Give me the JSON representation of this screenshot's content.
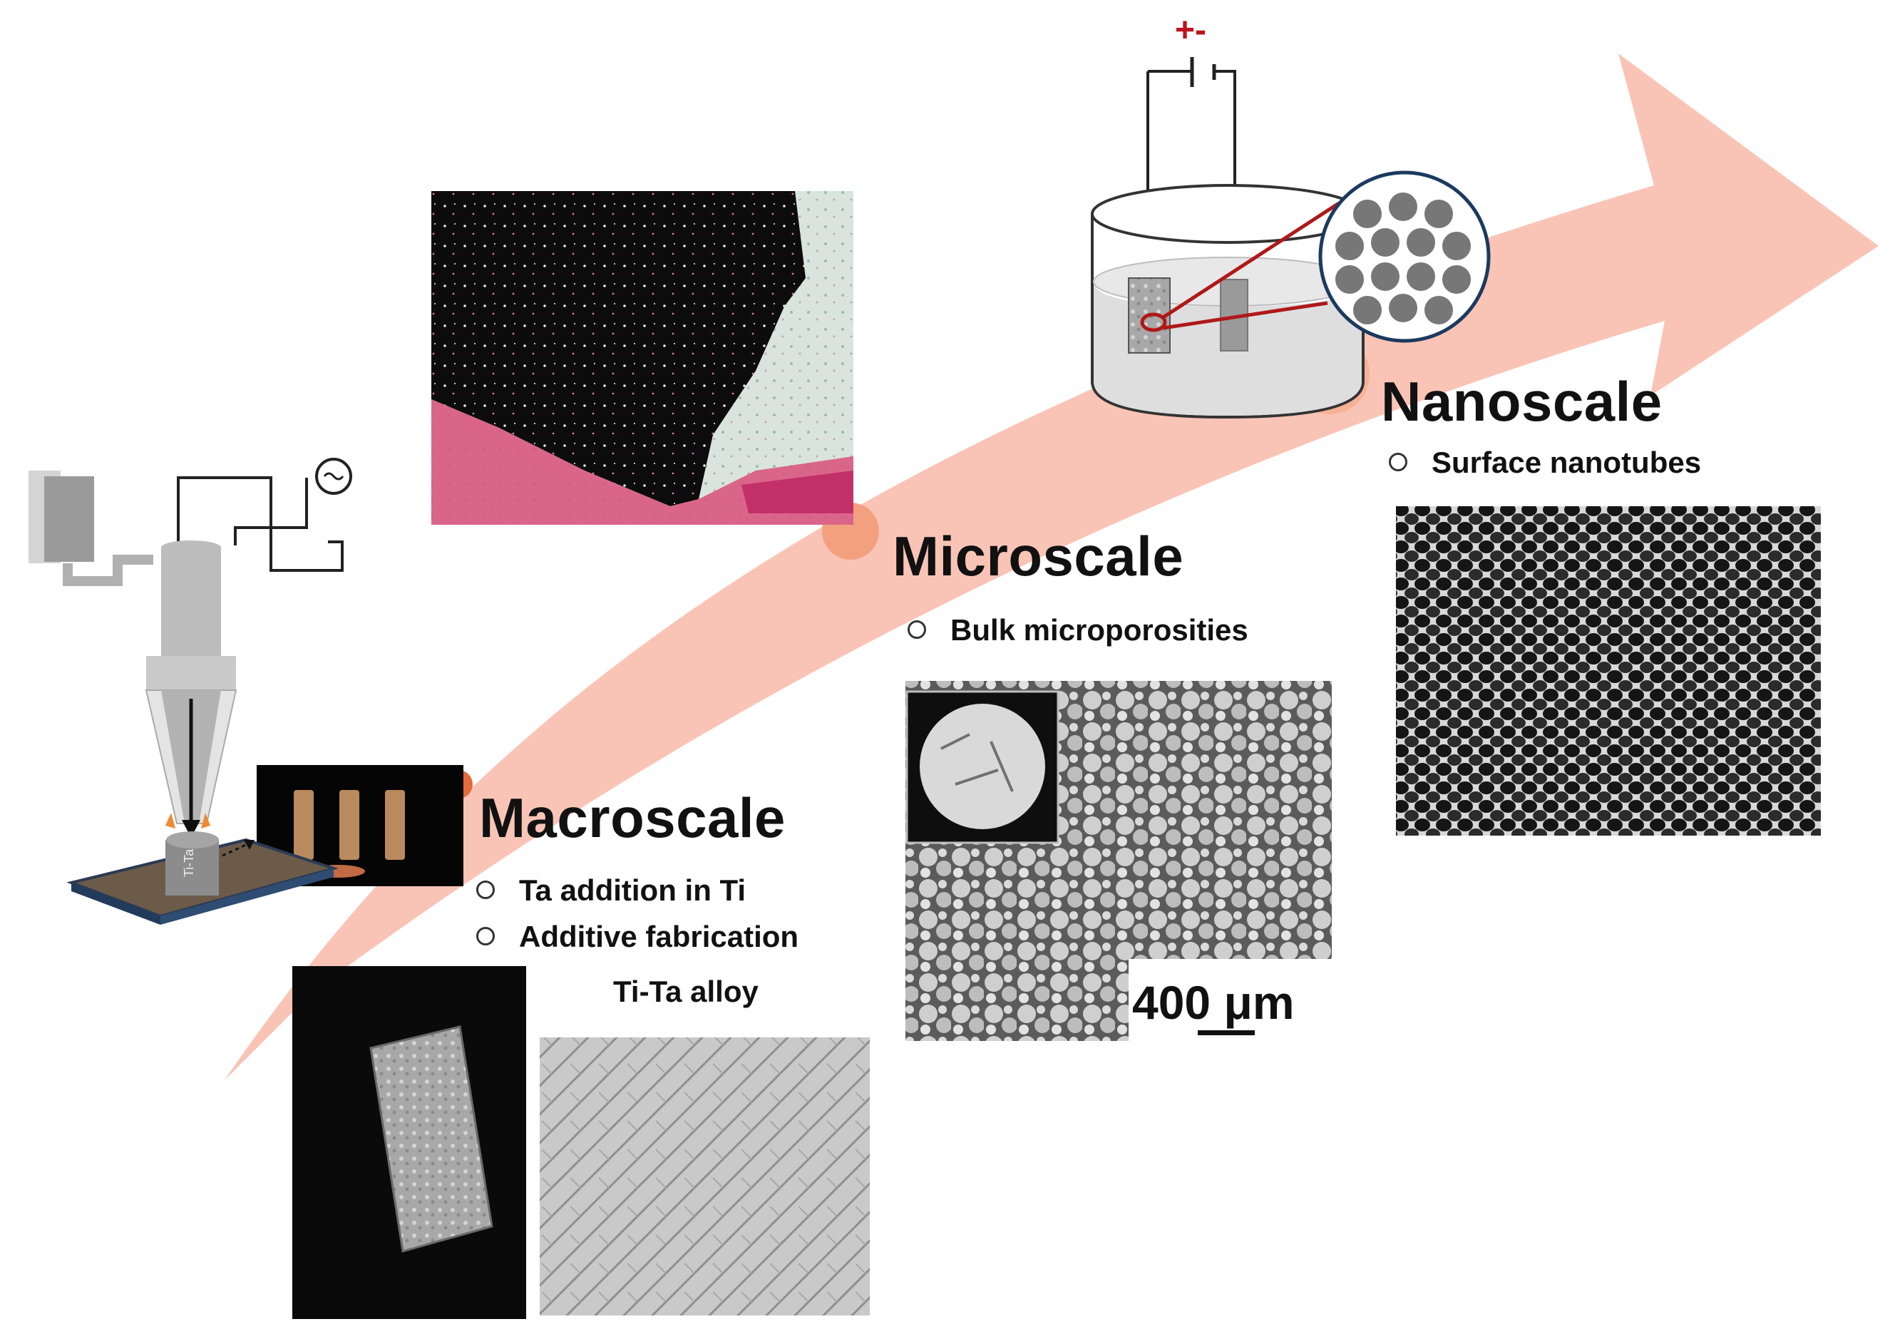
{
  "colors": {
    "arrow": "#f9c4b6",
    "node": "#f08a62",
    "wire": "#222222",
    "electrode_lead": "#b01818",
    "polarity": "#c0121c"
  },
  "electrochem": {
    "polarity": "+-"
  },
  "nanoscale": {
    "title": "Nanoscale",
    "bullets": [
      "Surface nanotubes"
    ]
  },
  "microscale": {
    "title": "Microscale",
    "bullets": [
      "Bulk microporosities"
    ],
    "scale_bar_label": "400 μm"
  },
  "macroscale": {
    "title": "Macroscale",
    "bullets": [
      "Ta addition in Ti",
      "Additive fabrication"
    ],
    "sub_label": "Ti-Ta alloy"
  },
  "printer": {
    "sample_label": "Ti-Ta"
  },
  "icons": [
    "ac-source-icon",
    "dc-battery-icon",
    "beaker-icon",
    "magnifier-circle-icon"
  ]
}
